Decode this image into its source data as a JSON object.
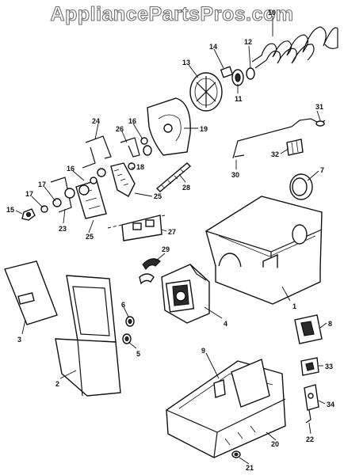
{
  "watermark": "AppliancePartsPros.com",
  "callouts": [
    {
      "id": "1",
      "label": "1"
    },
    {
      "id": "2",
      "label": "2"
    },
    {
      "id": "3",
      "label": "3"
    },
    {
      "id": "4",
      "label": "4"
    },
    {
      "id": "5",
      "label": "5"
    },
    {
      "id": "6",
      "label": "6"
    },
    {
      "id": "7",
      "label": "7"
    },
    {
      "id": "8",
      "label": "8"
    },
    {
      "id": "9",
      "label": "9"
    },
    {
      "id": "10",
      "label": "10"
    },
    {
      "id": "11",
      "label": "11"
    },
    {
      "id": "12",
      "label": "12"
    },
    {
      "id": "13",
      "label": "13"
    },
    {
      "id": "14",
      "label": "14"
    },
    {
      "id": "15",
      "label": "15"
    },
    {
      "id": "16a",
      "label": "16"
    },
    {
      "id": "16b",
      "label": "16"
    },
    {
      "id": "17a",
      "label": "17"
    },
    {
      "id": "17b",
      "label": "17"
    },
    {
      "id": "18",
      "label": "18"
    },
    {
      "id": "19",
      "label": "19"
    },
    {
      "id": "20",
      "label": "20"
    },
    {
      "id": "21",
      "label": "21"
    },
    {
      "id": "22",
      "label": "22"
    },
    {
      "id": "23",
      "label": "23"
    },
    {
      "id": "24",
      "label": "24"
    },
    {
      "id": "25a",
      "label": "25"
    },
    {
      "id": "25b",
      "label": "25"
    },
    {
      "id": "26",
      "label": "26"
    },
    {
      "id": "27",
      "label": "27"
    },
    {
      "id": "28",
      "label": "28"
    },
    {
      "id": "29",
      "label": "29"
    },
    {
      "id": "30",
      "label": "30"
    },
    {
      "id": "31",
      "label": "31"
    },
    {
      "id": "32",
      "label": "32"
    },
    {
      "id": "33",
      "label": "33"
    },
    {
      "id": "34",
      "label": "34"
    }
  ]
}
